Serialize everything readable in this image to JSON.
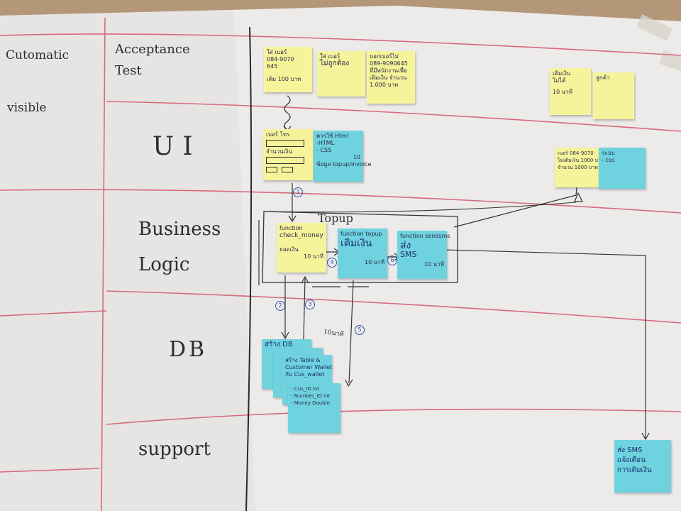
{
  "rows": {
    "acceptance": "Acceptance\nTest",
    "ui": "UI",
    "business": "Business\nLogic",
    "db": "DB",
    "support": "support"
  },
  "left_labels": {
    "automatic": "Cutomatic",
    "visible": "visible"
  },
  "group_label": "Topup",
  "notes": {
    "acc1": [
      "ใส่ เบอร์",
      "084-9070",
      "645",
      "เติม 100 บาท"
    ],
    "acc2": [
      "ใส่ เบอร์",
      "ไม่ถูกต้อง"
    ],
    "acc3": [
      "บอกเบอร์ไม่",
      "089-9090645",
      "ที่มีพนักงานเพื่อ",
      "เติมเงิน จำนวน",
      "1,000 บาท"
    ],
    "acc4": [
      "เติมเงิน",
      "ไม่ได้",
      "10 นาที"
    ],
    "acc5": [
      "ลูกค้า"
    ],
    "ui1": [
      "เบอร์ โทร",
      "จำนวนเงิน"
    ],
    "ui2": [
      "ควรใช้ Html",
      "-HTML",
      "- CSS",
      "10",
      "ข้อมูล topup/invoice"
    ],
    "ui3": [
      "เบอร์ 084-9070",
      "ไม่เติมเงิน 1000 บาท",
      "จำนวน 1000 บาท"
    ],
    "ui4": [
      "ระบบ",
      "- css"
    ],
    "bl1": [
      "function",
      "check_money",
      "ยอดเงิน",
      "10 นาที"
    ],
    "bl2": [
      "function topup",
      "เติมเงิน",
      "10 นาที"
    ],
    "bl3": [
      "function sendsms",
      "ส่ง",
      "SMS",
      "10 นาที"
    ],
    "db1": [
      "สร้าง DB"
    ],
    "db2": [
      "สร้าง Table &",
      "Customer Wallet",
      "กับ Cus_wallet",
      "- Cus_ID  int",
      "- Number_ID  int",
      "- Money  Double"
    ],
    "sup1": [
      "ส่ง SMS",
      "แจ้งเตือน",
      "การเติมเงิน"
    ]
  },
  "step_labels": {
    "s1": "1",
    "s2": "2",
    "s3": "3",
    "s4": "4",
    "s5": "5",
    "s6": "6",
    "ten_min": "10นาที"
  }
}
